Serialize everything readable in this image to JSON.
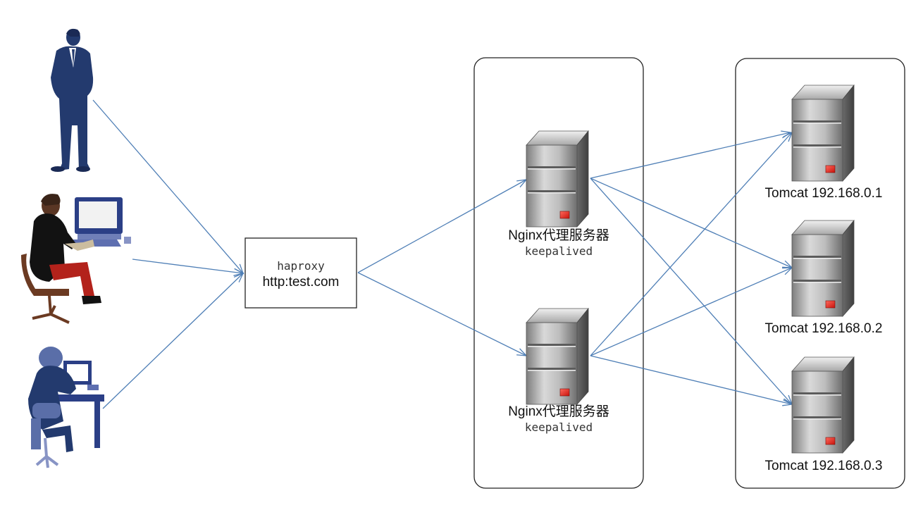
{
  "clients": [
    {
      "name": "standing-businessman"
    },
    {
      "name": "man-at-computer"
    },
    {
      "name": "woman-at-computer"
    }
  ],
  "load_balancer": {
    "title": "haproxy",
    "url": "http:test.com"
  },
  "proxies": [
    {
      "name": "Nginx代理服务器",
      "sub": "keepalived"
    },
    {
      "name": "Nginx代理服务器",
      "sub": "keepalived"
    }
  ],
  "backends": [
    {
      "label": "Tomcat 192.168.0.1"
    },
    {
      "label": "Tomcat 192.168.0.2"
    },
    {
      "label": "Tomcat 192.168.0.3"
    }
  ],
  "colors": {
    "arrow": "#4f7fb6",
    "person": "#233a6e",
    "person_light": "#5a6ea8",
    "server_dark": "#5a5a5a",
    "server_light": "#cfcfcf",
    "server_led": "#e8231c"
  }
}
